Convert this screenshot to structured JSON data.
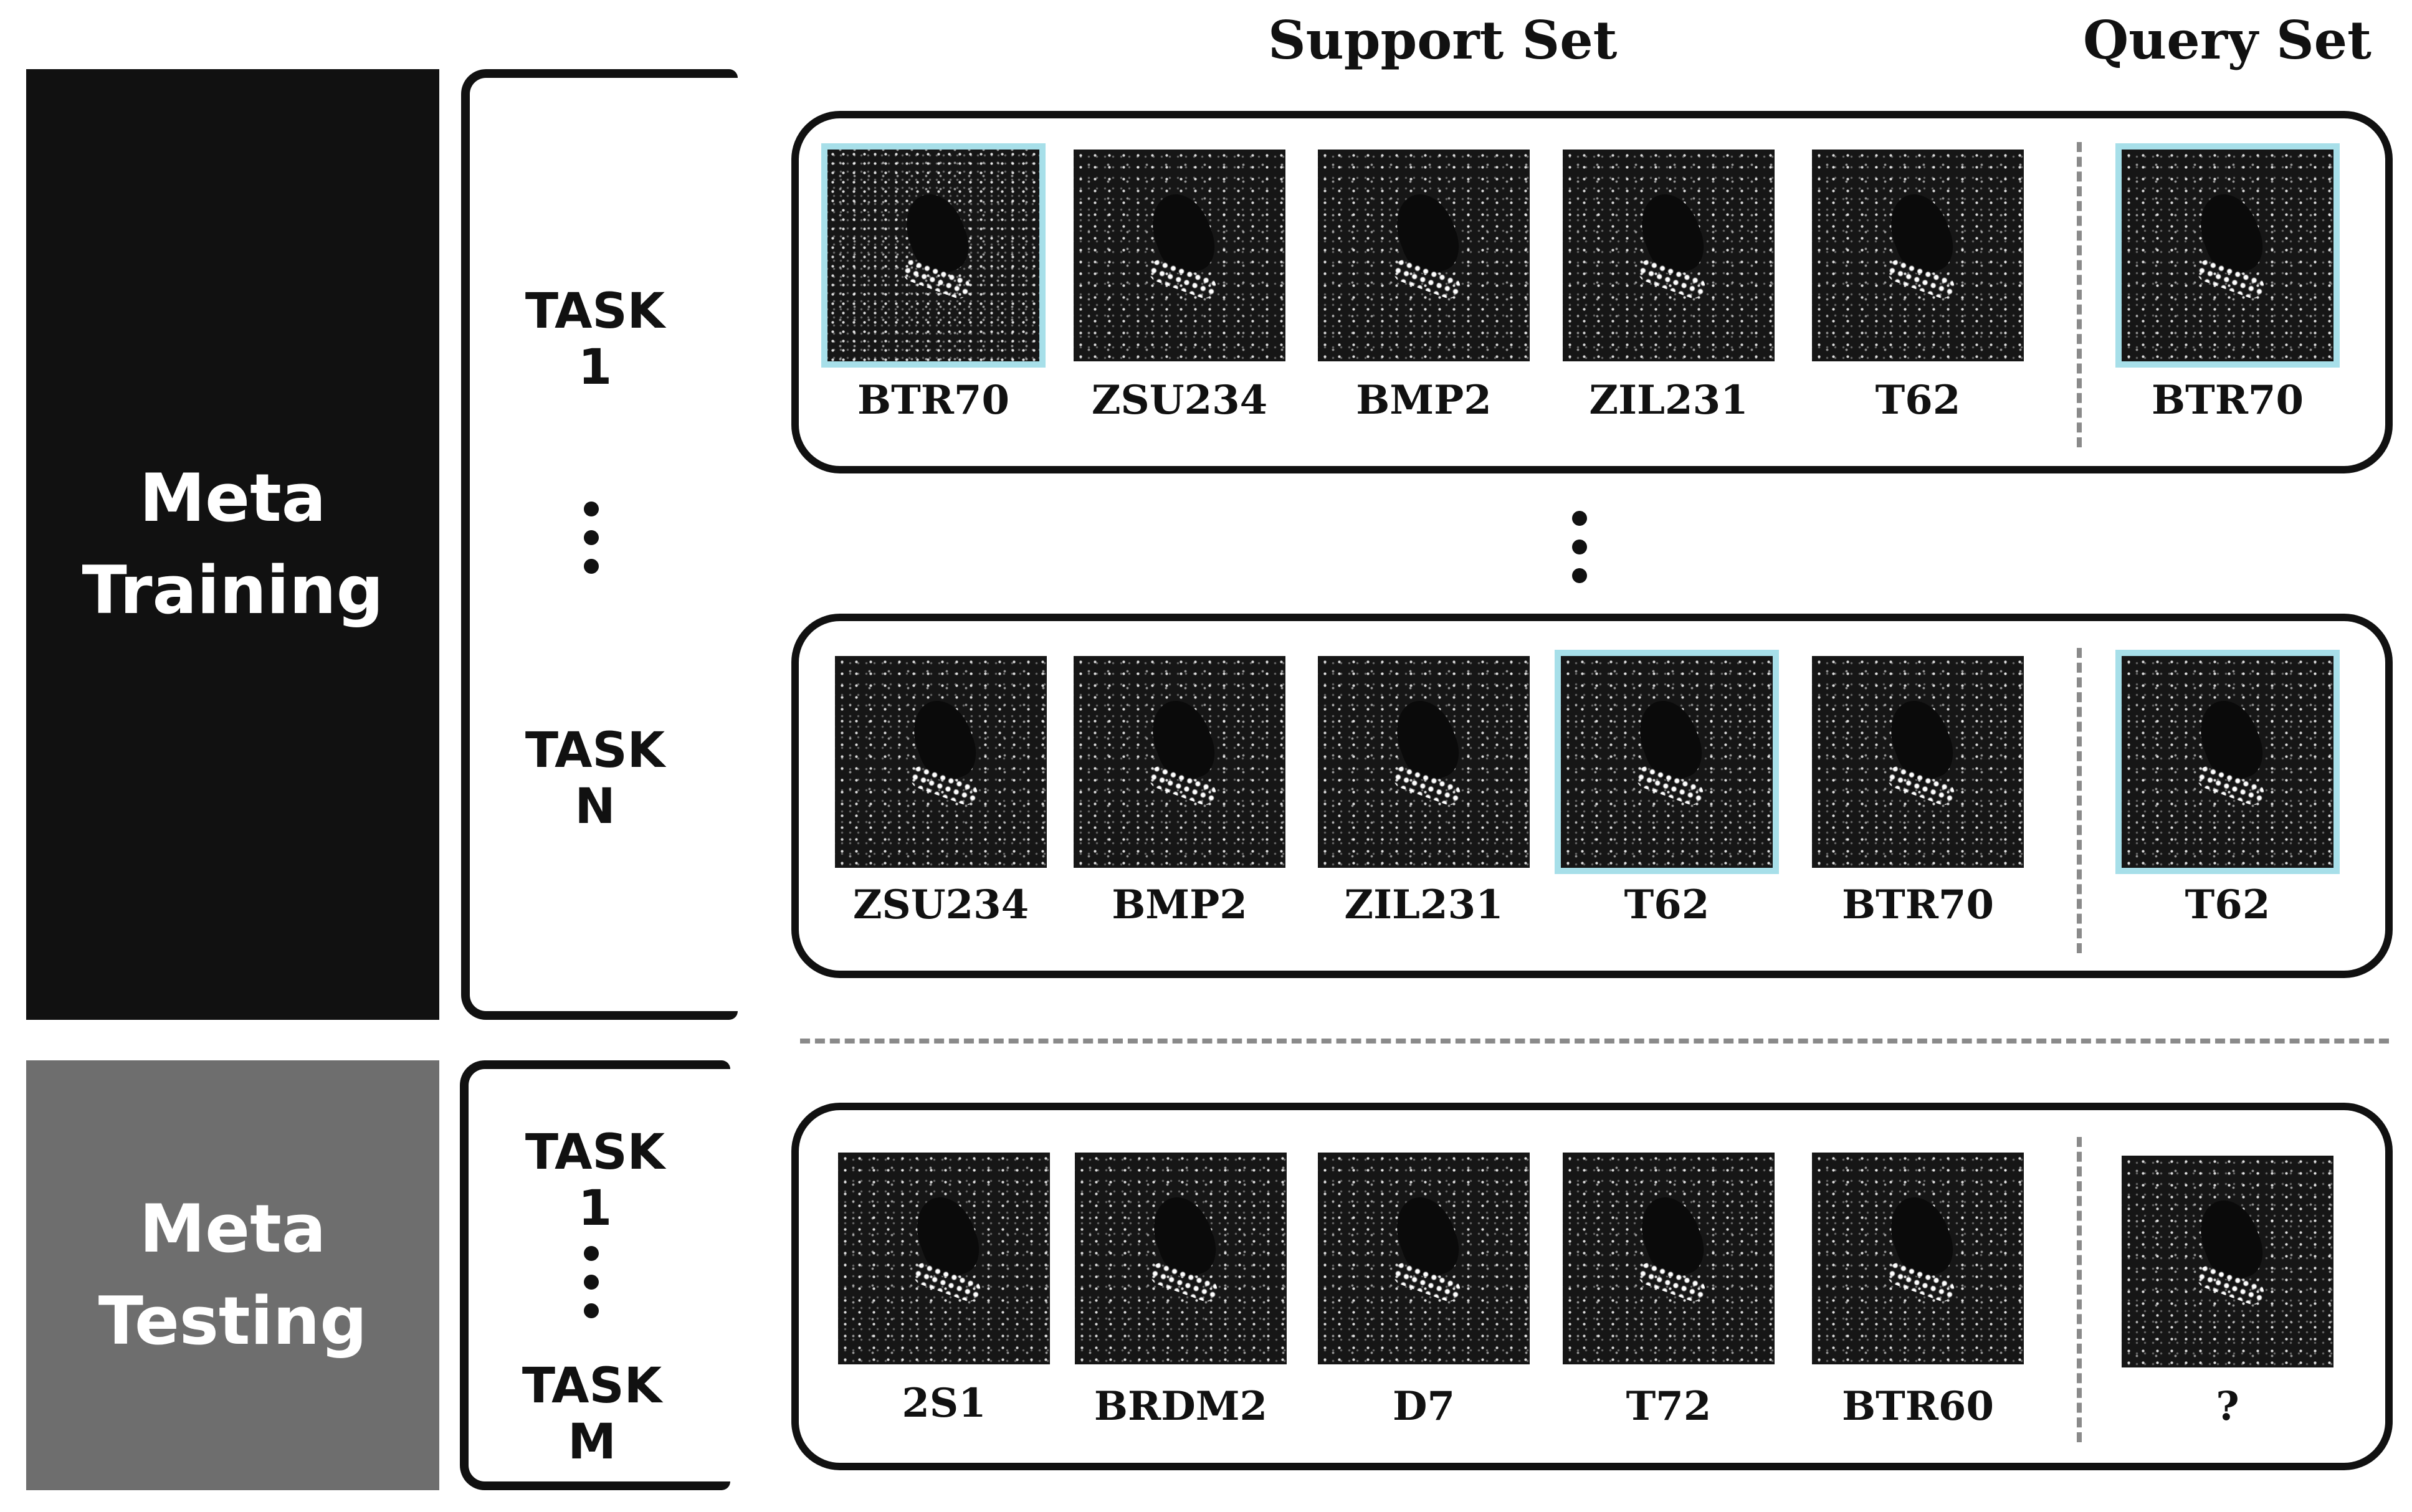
{
  "phases": {
    "training_line1": "Meta",
    "training_line2": "Training",
    "testing_line1": "Meta",
    "testing_line2": "Testing"
  },
  "training_tasks": {
    "first": "TASK 1",
    "last": "TASK N"
  },
  "testing_tasks": {
    "first": "TASK 1",
    "last": "TASK M"
  },
  "headers": {
    "support": "Support Set",
    "query": "Query Set"
  },
  "rows": [
    {
      "support": [
        "BTR70",
        "ZSU234",
        "BMP2",
        "ZIL231",
        "T62"
      ],
      "query": "BTR70"
    },
    {
      "support": [
        "ZSU234",
        "BMP2",
        "ZIL231",
        "T62",
        "BTR70"
      ],
      "query": "T62"
    },
    {
      "support": [
        "2S1",
        "BRDM2",
        "D7",
        "T72",
        "BTR60"
      ],
      "query": "?"
    }
  ],
  "colors": {
    "training_block": "#111111",
    "testing_block": "#6e6e6e",
    "highlight": "#a7dfe9"
  }
}
